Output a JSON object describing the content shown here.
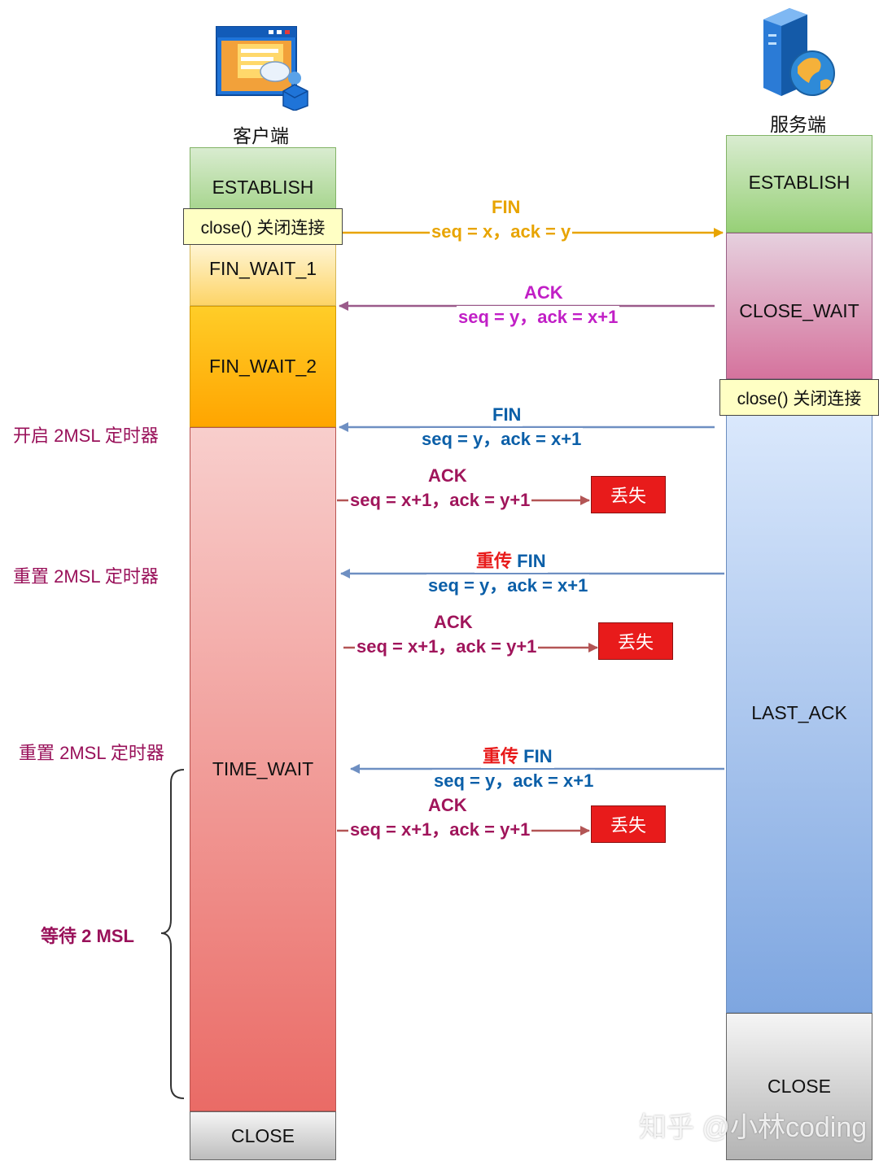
{
  "client": {
    "label": "客户端",
    "states": {
      "establish": "ESTABLISH",
      "fin_wait_1": "FIN_WAIT_1",
      "fin_wait_2": "FIN_WAIT_2",
      "time_wait": "TIME_WAIT",
      "close": "CLOSE"
    },
    "close_call": "close() 关闭连接"
  },
  "server": {
    "label": "服务端",
    "states": {
      "establish": "ESTABLISH",
      "close_wait": "CLOSE_WAIT",
      "last_ack": "LAST_ACK",
      "close": "CLOSE"
    },
    "close_call": "close() 关闭连接"
  },
  "messages": {
    "fin1": {
      "title": "FIN",
      "detail": "seq = x，ack = y"
    },
    "ack1": {
      "title": "ACK",
      "detail": "seq = y，ack = x+1"
    },
    "fin2": {
      "title": "FIN",
      "detail": "seq = y，ack = x+1"
    },
    "ack2": {
      "title": "ACK",
      "detail": "seq = x+1，ack = y+1"
    },
    "refin1": {
      "prefix": "重传",
      "title": "FIN",
      "detail": "seq = y，ack = x+1"
    },
    "ack3": {
      "title": "ACK",
      "detail": "seq = x+1，ack = y+1"
    },
    "refin2": {
      "prefix": "重传",
      "title": "FIN",
      "detail": "seq = y，ack = x+1"
    },
    "ack4": {
      "title": "ACK",
      "detail": "seq = x+1，ack = y+1"
    }
  },
  "lost_label": "丢失",
  "timers": {
    "start": "开启 2MSL 定时器",
    "reset1": "重置 2MSL 定时器",
    "reset2": "重置 2MSL 定时器",
    "wait": "等待 2 MSL"
  },
  "watermark": "知乎 @小林coding",
  "icons": {
    "client": "browser-window-icon",
    "server": "server-globe-icon"
  },
  "colors": {
    "fin1": "#e8a400",
    "ack1": "#9c27b0",
    "fin": "#0b5fa8",
    "ack": "#a0155b",
    "retransmit": "#e81b1b",
    "lost": "#e81b1b",
    "timer": "#99115a"
  }
}
